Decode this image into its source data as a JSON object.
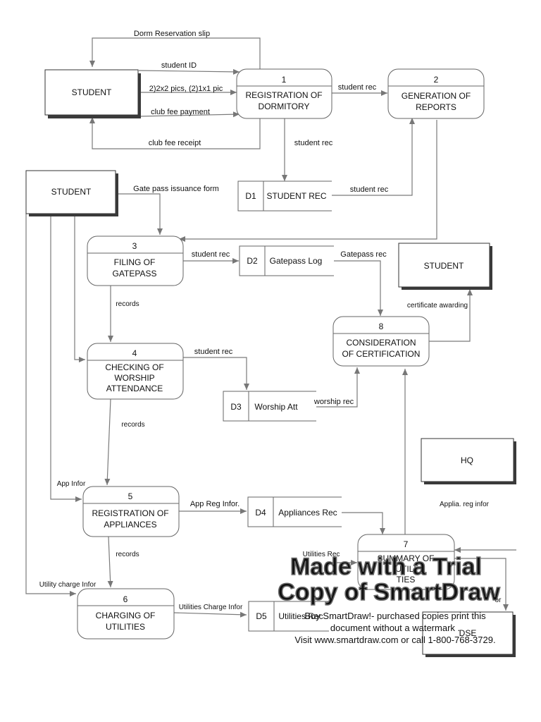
{
  "entities": {
    "student1": "STUDENT",
    "student2": "STUDENT",
    "student3": "STUDENT",
    "hq": "HQ",
    "dse": "DSE"
  },
  "processes": [
    {
      "num": "1",
      "lines": [
        "REGISTRATION OF",
        "DORMITORY"
      ]
    },
    {
      "num": "2",
      "lines": [
        "GENERATION OF",
        "REPORTS"
      ]
    },
    {
      "num": "3",
      "lines": [
        "FILING OF",
        "GATEPASS"
      ]
    },
    {
      "num": "4",
      "lines": [
        "CHECKING OF",
        "WORSHIP",
        "ATTENDANCE"
      ]
    },
    {
      "num": "5",
      "lines": [
        "REGISTRATION OF",
        "APPLIANCES"
      ]
    },
    {
      "num": "6",
      "lines": [
        "CHARGING OF",
        "UTILITIES"
      ]
    },
    {
      "num": "7",
      "lines": [
        "SUMMARY OF",
        "UTILI",
        "TIES"
      ]
    },
    {
      "num": "8",
      "lines": [
        "CONSIDERATION",
        "OF CERTIFICATION"
      ]
    }
  ],
  "stores": [
    {
      "id": "D1",
      "name": "STUDENT REC"
    },
    {
      "id": "D2",
      "name": "Gatepass Log"
    },
    {
      "id": "D3",
      "name": "Worship Att"
    },
    {
      "id": "D4",
      "name": "Appliances Rec"
    },
    {
      "id": "D5",
      "name": "Utilities Rec"
    }
  ],
  "flows": {
    "dorm_slip": "Dorm Reservation slip",
    "student_id": "student ID",
    "pics": "2)2x2 pics, (2)1x1 pic",
    "club_fee_payment": "club fee payment",
    "club_fee_receipt": "club fee receipt",
    "student_rec_1_2": "student rec",
    "student_rec_1_d1": "student rec",
    "student_rec_d1_2": "student rec",
    "gate_pass_form": "Gate pass issuance form",
    "student_rec_3_d2": "student rec",
    "gatepass_rec": "Gatepass rec",
    "certificate_awarding": "certificate awarding",
    "records_3_4": "records",
    "student_rec_4_d3": "student rec",
    "worship_rec": "worship rec",
    "records_4_5": "records",
    "app_infor": "App Infor",
    "app_reg_infor": "App Reg Infor.",
    "applia_reg_infor": "Applia. reg infor",
    "utilities_rec": "Utilities Rec",
    "records_5_6": "records",
    "utility_charge_infor": "Utility charge Infor",
    "utilities_charge_infor": "Utilities Charge Infor",
    "dse_infor": "or"
  },
  "watermark": {
    "line1": "Made with a Trial",
    "line2": "Copy of SmartDraw",
    "line3": "Buy SmartDraw!- purchased copies print this",
    "line4": "document without a watermark .",
    "line5": "Visit www.smartdraw.com or call 1-800-768-3729."
  }
}
